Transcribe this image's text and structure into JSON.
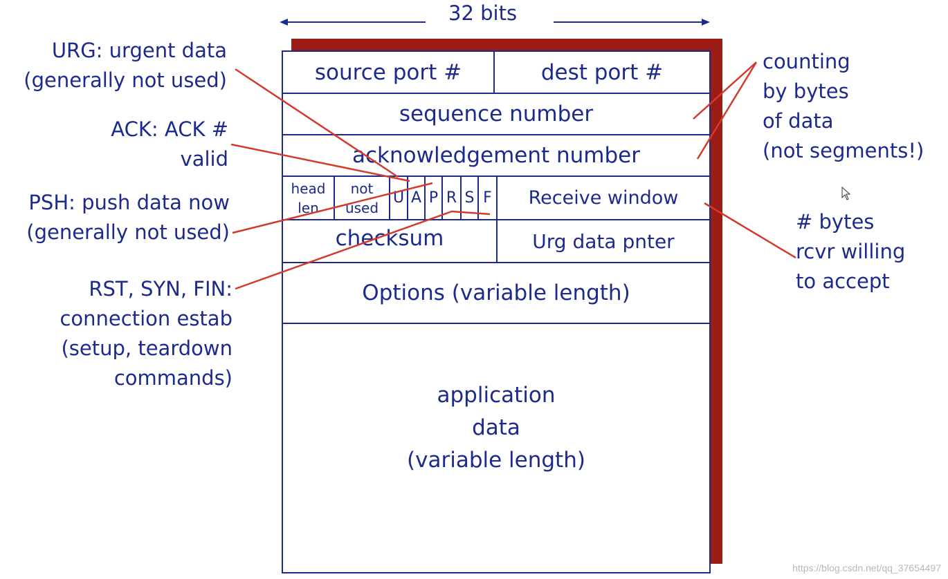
{
  "header": {
    "width_label": "32 bits"
  },
  "segment": {
    "source_port": "source port #",
    "dest_port": "dest port #",
    "sequence_number": "sequence number",
    "ack_number": "acknowledgement number",
    "head_len_1": "head",
    "head_len_2": "len",
    "not_used_1": "not",
    "not_used_2": "used",
    "flags": [
      "U",
      "A",
      "P",
      "R",
      "S",
      "F"
    ],
    "receive_window": "Receive window",
    "checksum": "checksum",
    "urg_pointer": "Urg data pnter",
    "options": "Options (variable length)",
    "app_data_1": "application",
    "app_data_2": "data",
    "app_data_3": "(variable length)"
  },
  "annotations": {
    "urg": [
      "URG: urgent data",
      "(generally not used)"
    ],
    "ack": [
      "ACK: ACK #",
      "valid"
    ],
    "psh": [
      "PSH: push data now",
      "(generally not used)"
    ],
    "rst": [
      "RST, SYN, FIN:",
      "connection estab",
      "(setup, teardown",
      "commands)"
    ],
    "counting": [
      "counting",
      "by bytes",
      "of data",
      "(not segments!)"
    ],
    "bytes": [
      "# bytes",
      "rcvr willing",
      "to accept"
    ]
  },
  "watermark": "https://blog.csdn.net/qq_37654497",
  "colors": {
    "text": "#1c2a8c",
    "accent_line": "#d33a2c",
    "shadow": "#9b1c14"
  }
}
